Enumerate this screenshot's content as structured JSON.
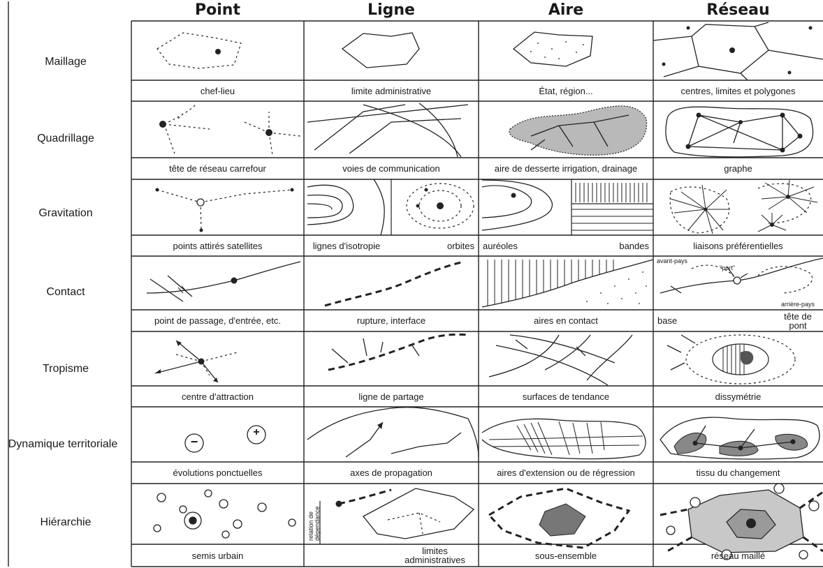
{
  "columns": [
    "Point",
    "Ligne",
    "Aire",
    "Réseau"
  ],
  "rows": [
    {
      "label": "Maillage",
      "captions": [
        "chef-lieu",
        "limite administrative",
        "État, région...",
        "centres, limites et polygones"
      ]
    },
    {
      "label": "Quadrillage",
      "captions": [
        "tête de réseau carrefour",
        "voies de communication",
        "aire de desserte irrigation, drainage",
        "graphe"
      ]
    },
    {
      "label": "Gravitation",
      "captions": [
        "points attirés satellites",
        "",
        "",
        "liaisons préférentielles"
      ]
    },
    {
      "label": "Contact",
      "captions": [
        "point de passage, d'entrée, etc.",
        "rupture, interface",
        "aires en contact",
        ""
      ]
    },
    {
      "label": "Tropisme",
      "captions": [
        "centre d'attraction",
        "ligne de partage",
        "surfaces de tendance",
        "dissymétrie"
      ]
    },
    {
      "label": "Dynamique territoriale",
      "captions": [
        "évolutions ponctuelles",
        "axes de propagation",
        "aires d'extension ou de régression",
        "tissu du changement"
      ]
    },
    {
      "label": "Hiérarchie",
      "captions": [
        "semis urbain",
        "limites administratives",
        "sous-ensemble",
        "réseau maillé"
      ]
    }
  ],
  "split_captions": {
    "gravitation_ligne": [
      "lignes d'isotropie",
      "orbites"
    ],
    "gravitation_aire": [
      "auréoles",
      "bandes"
    ],
    "contact_reseau": [
      "base",
      "tête de pont"
    ]
  },
  "inset_labels": {
    "avant_pays": "avant-pays",
    "port": "\"port\"",
    "arriere_pays": "arrière-pays",
    "relation_dependance": "relation de dépendance"
  },
  "symbols": {
    "minus": "−",
    "plus": "+"
  }
}
